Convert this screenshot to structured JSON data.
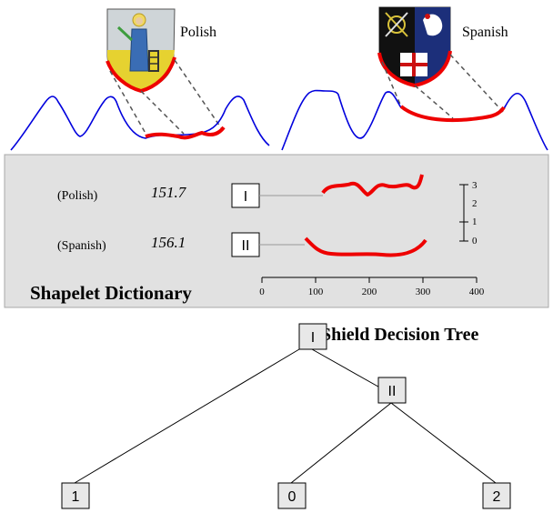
{
  "shields": {
    "polish_label": "Polish",
    "spanish_label": "Spanish"
  },
  "dictionary": {
    "heading": "Shapelet Dictionary",
    "rows": [
      {
        "name": "(Polish)",
        "distance": "151.7",
        "id": "I"
      },
      {
        "name": "(Spanish)",
        "distance": "156.1",
        "id": "II"
      }
    ],
    "x_ticks": [
      "0",
      "100",
      "200",
      "300",
      "400"
    ],
    "y_ticks": [
      "3",
      "2",
      "1",
      "0"
    ]
  },
  "tree": {
    "title": "Shield Decision Tree",
    "root": "I",
    "inner": "II",
    "leaf_left": "1",
    "leaf_middle": "0",
    "leaf_right": "2"
  },
  "colors": {
    "signal": "#0000dd",
    "shapelet": "#ee0000",
    "panel": "#e1e1e1",
    "panel_border": "#a8a8a8"
  }
}
